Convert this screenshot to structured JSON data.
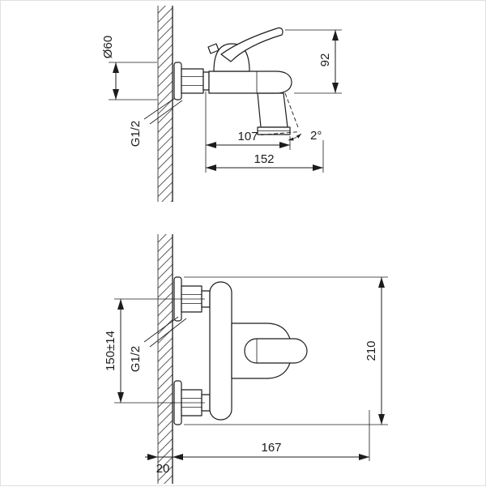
{
  "colors": {
    "line": "#1c1c1c",
    "background": "#ffffff"
  },
  "views": {
    "side": {
      "dimensions": {
        "escutcheon_diameter": "Ø60",
        "thread": "G1/2",
        "body_height": "92",
        "spout_reach": "107",
        "total_projection": "152",
        "spout_angle": "2°"
      }
    },
    "plan": {
      "dimensions": {
        "inlet_centers": "150±14",
        "thread": "G1/2",
        "overall_height": "210",
        "projection": "167",
        "wall_offset": "20"
      }
    }
  }
}
